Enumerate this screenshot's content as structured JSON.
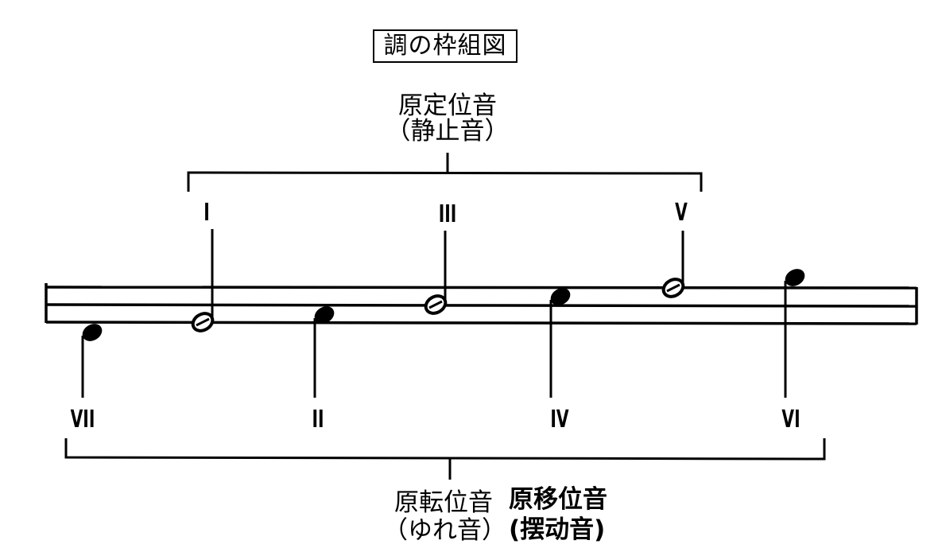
{
  "title": "調の枠組図",
  "top_group": {
    "label": "原定位音",
    "sublabel": "（静止音）",
    "degrees": [
      "I",
      "III",
      "V"
    ]
  },
  "bottom_group": {
    "label_original": "原転位音",
    "sublabel_original": "（ゆれ音）",
    "label_variant": "原移位音",
    "sublabel_variant": "(摆动音)",
    "degrees": [
      "VII",
      "II",
      "IV",
      "VI"
    ]
  },
  "notes": [
    {
      "degree": "VII",
      "type": "filled",
      "stem": "down",
      "group": "bottom"
    },
    {
      "degree": "I",
      "type": "half",
      "stem": "up",
      "group": "top"
    },
    {
      "degree": "II",
      "type": "filled",
      "stem": "down",
      "group": "bottom"
    },
    {
      "degree": "III",
      "type": "half",
      "stem": "up",
      "group": "top"
    },
    {
      "degree": "IV",
      "type": "filled",
      "stem": "down",
      "group": "bottom"
    },
    {
      "degree": "V",
      "type": "half",
      "stem": "up",
      "group": "top"
    },
    {
      "degree": "VI",
      "type": "filled",
      "stem": "down",
      "group": "bottom"
    }
  ],
  "staff": {
    "lines": 3
  }
}
